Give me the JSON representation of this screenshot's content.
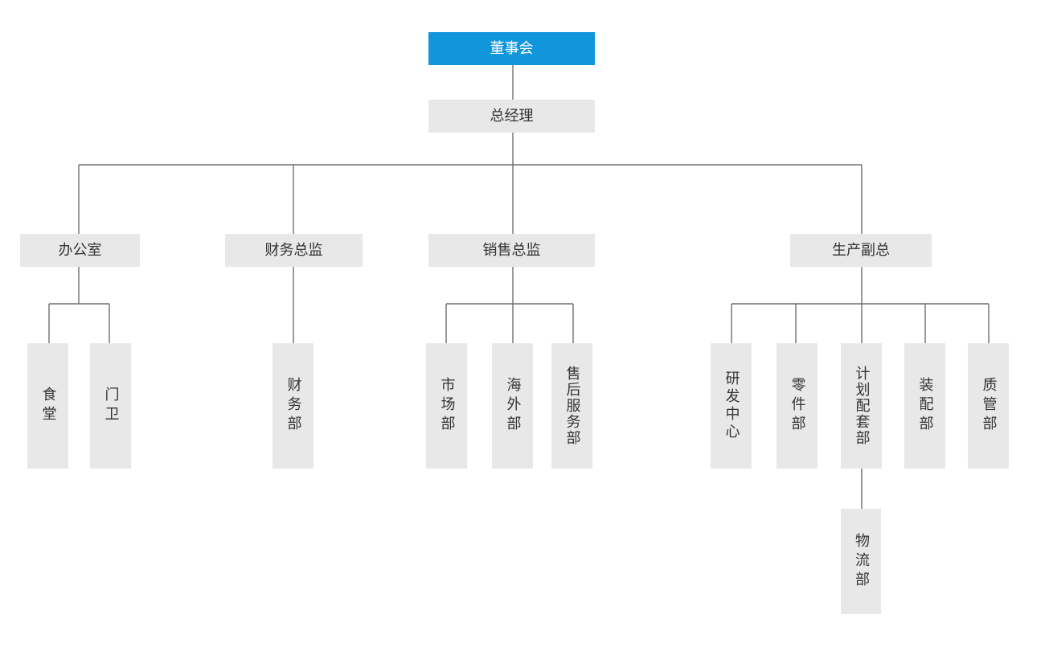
{
  "colors": {
    "root_fill": "#1296db",
    "node_fill": "#e8e8e8",
    "connector": "#6e6e6e",
    "text": "#333333"
  },
  "chart": {
    "root": "董事会",
    "general_manager": "总经理",
    "office": {
      "label": "办公室",
      "children": [
        "食堂",
        "门卫"
      ]
    },
    "finance": {
      "label": "财务总监",
      "children": [
        "财务部"
      ]
    },
    "sales": {
      "label": "销售总监",
      "children": [
        "市场部",
        "海外部",
        "售后服务部"
      ]
    },
    "production": {
      "label": "生产副总",
      "children": [
        "研发中心",
        "零件部",
        "计划配套部",
        "装配部",
        "质管部"
      ],
      "planning_child": "物流部"
    }
  }
}
